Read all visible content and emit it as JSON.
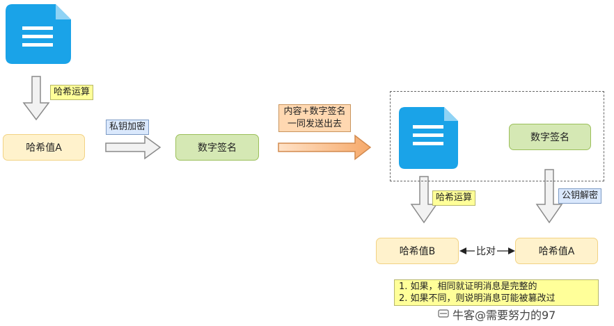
{
  "labels": {
    "hash_op_1": "哈希运算",
    "private_key_encrypt": "私钥加密",
    "send_together_line1": "内容+数字签名",
    "send_together_line2": "一同发送出去",
    "hash_op_2": "哈希运算",
    "public_key_decrypt": "公钥解密",
    "compare": "比对"
  },
  "nodes": {
    "hash_a_left": "哈希值A",
    "signature_left": "数字签名",
    "signature_right": "数字签名",
    "hash_b": "哈希值B",
    "hash_a_right": "哈希值A"
  },
  "notes": {
    "line1": "1. 如果，相同就证明消息是完整的",
    "line2": "2. 如果不同，则说明消息可能被篡改过"
  },
  "watermark": "牛客@需要努力的97",
  "colors": {
    "doc_blue": "#1aa3e8",
    "hash_fill": "#fff2cc",
    "signature_fill": "#d5e8b4",
    "label_yellow": "#ffff99",
    "label_blue": "#dae8fc",
    "label_orange": "#ffd8b1"
  }
}
